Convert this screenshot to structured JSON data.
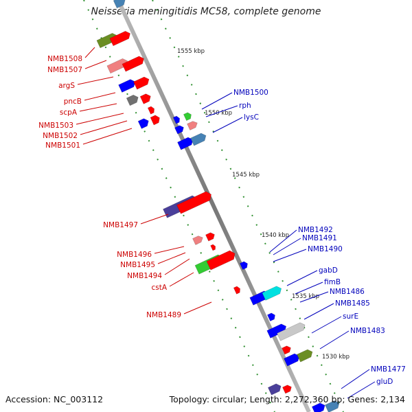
{
  "header": {
    "title": "Neisseria meningitidis MC58, complete genome"
  },
  "footer": {
    "accession": "Accession: NC_003112",
    "summary": "Topology: circular; Length: 2,272,360 bp; Genes: 2,134"
  },
  "kbp_marks": [
    "1555 kbp",
    "1550 kbp",
    "1545 kbp",
    "1540 kbp",
    "1535 kbp",
    "1530 kbp"
  ],
  "left_labels": [
    "NMB1508",
    "NMB1507",
    "argS",
    "pncB",
    "scpA",
    "NMB1503",
    "NMB1502",
    "NMB1501",
    "NMB1497",
    "NMB1496",
    "NMB1495",
    "NMB1494",
    "cstA",
    "NMB1489"
  ],
  "right_labels": [
    "NMB1500",
    "rph",
    "lysC",
    "NMB1492",
    "NMB1491",
    "NMB1490",
    "gabD",
    "fimB",
    "NMB1486",
    "NMB1485",
    "surE",
    "NMB1483",
    "NMB1477",
    "gluD"
  ],
  "colors": {
    "red": "#ff0000",
    "blue": "#0000ff",
    "olive": "#6b8e23",
    "pink": "#f08080",
    "gray": "#707070",
    "light_gray": "#c8c8c8",
    "green": "#33cc33",
    "indigo": "#4a3f9a",
    "cyan": "#00e0e0",
    "steel": "#4682b4",
    "backbone": "#888888",
    "dotted_track": "#2f8f2f",
    "label_red": "#cc0000",
    "label_blue": "#0000bb"
  }
}
